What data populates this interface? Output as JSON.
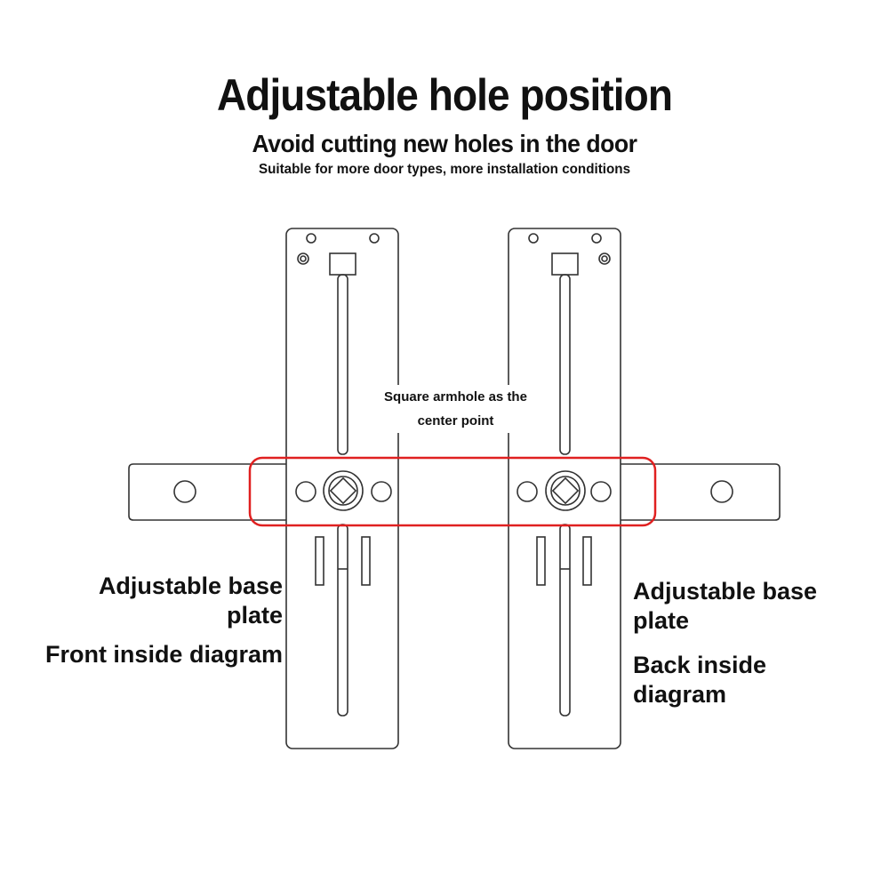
{
  "header": {
    "title": "Adjustable hole position",
    "subtitle": "Avoid cutting new holes in the door",
    "subtitle_small": "Suitable for more door types, more installation conditions"
  },
  "annotations": {
    "center_note": "Square armhole as the center point",
    "left_base_line1": "Adjustable base",
    "left_base_line2": "plate",
    "left_diagram": "Front inside diagram",
    "right_base_line1": "Adjustable base",
    "right_base_line2": "plate",
    "right_diagram_line1": "Back inside",
    "right_diagram_line2": "diagram"
  },
  "colors": {
    "highlight": "#e02020",
    "line": "#333333",
    "background": "#ffffff"
  }
}
